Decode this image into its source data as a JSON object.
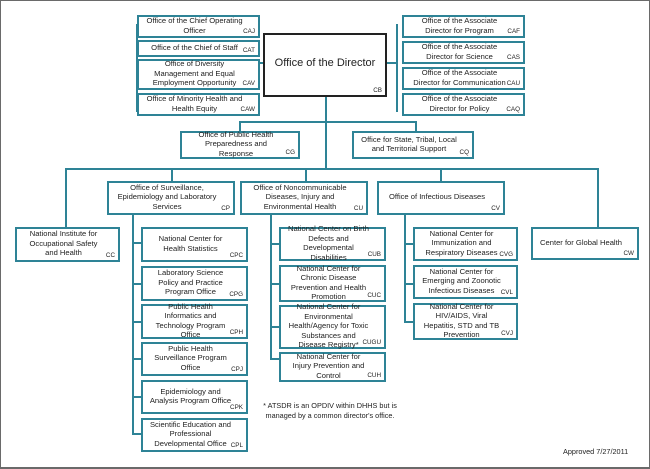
{
  "director": {
    "label": "Office of the Director",
    "code": "CB"
  },
  "staff_left": [
    {
      "label": "Office of the Chief Operating Officer",
      "code": "CAJ"
    },
    {
      "label": "Office of the Chief of Staff",
      "code": "CAT"
    },
    {
      "label": "Office of Diversity Management and Equal Employment Opportunity",
      "code": "CAV"
    },
    {
      "label": "Office of Minority Health and Health Equity",
      "code": "CAW"
    }
  ],
  "staff_right": [
    {
      "label": "Office of the Associate Director for Program",
      "code": "CAF"
    },
    {
      "label": "Office of the Associate Director for Science",
      "code": "CAS"
    },
    {
      "label": "Office of the Associate Director for Communication",
      "code": "CAU"
    },
    {
      "label": "Office of the Associate Director for Policy",
      "code": "CAQ"
    }
  ],
  "mid_offices": [
    {
      "label": "Office of Public Health Preparedness and Response",
      "code": "CG"
    },
    {
      "label": "Office for State, Tribal, Local and Territorial Support",
      "code": "CQ"
    }
  ],
  "niosh": {
    "label": "National Institute for Occupational Safety and Health",
    "code": "CC"
  },
  "global_health": {
    "label": "Center for Global Health",
    "code": "CW"
  },
  "divisions": [
    {
      "label": "Office of Surveillance, Epidemiology and Laboratory Services",
      "code": "CP",
      "children": [
        {
          "label": "National Center for Health Statistics",
          "code": "CPC"
        },
        {
          "label": "Laboratory Science Policy and Practice Program Office",
          "code": "CPG"
        },
        {
          "label": "Public Health Informatics and Technology Program Office",
          "code": "CPH"
        },
        {
          "label": "Public Health Surveillance Program Office",
          "code": "CPJ"
        },
        {
          "label": "Epidemiology and Analysis Program Office",
          "code": "CPK"
        },
        {
          "label": "Scientific Education and Professional Developmental Office",
          "code": "CPL"
        }
      ]
    },
    {
      "label": "Office of Noncommunicable Diseases, Injury and Environmental Health",
      "code": "CU",
      "children": [
        {
          "label": "National Center on Birth Defects and Developmental Disabilities",
          "code": "CUB"
        },
        {
          "label": "National Center for Chronic Disease Prevention and Health Promotion",
          "code": "CUC"
        },
        {
          "label": "National Center for Environmental Health/Agency for Toxic Substances and Disease Registry*",
          "code": "CUGU"
        },
        {
          "label": "National Center for Injury Prevention and Control",
          "code": "CUH"
        }
      ]
    },
    {
      "label": "Office of Infectious Diseases",
      "code": "CV",
      "children": [
        {
          "label": "National Center for Immunization and Respiratory Diseases",
          "code": "CVG"
        },
        {
          "label": "National Center for Emerging and Zoonotic Infectious Diseases",
          "code": "CVL"
        },
        {
          "label": "National Center for HIV/AIDS, Viral Hepatitis, STD and TB Prevention",
          "code": "CVJ"
        }
      ]
    }
  ],
  "footnote": "* ATSDR is an OPDIV within DHHS but is managed by a common director's office.",
  "approved": "Approved 7/27/2011",
  "colors": {
    "connector": "#2e8396",
    "director_border": "#222222"
  }
}
